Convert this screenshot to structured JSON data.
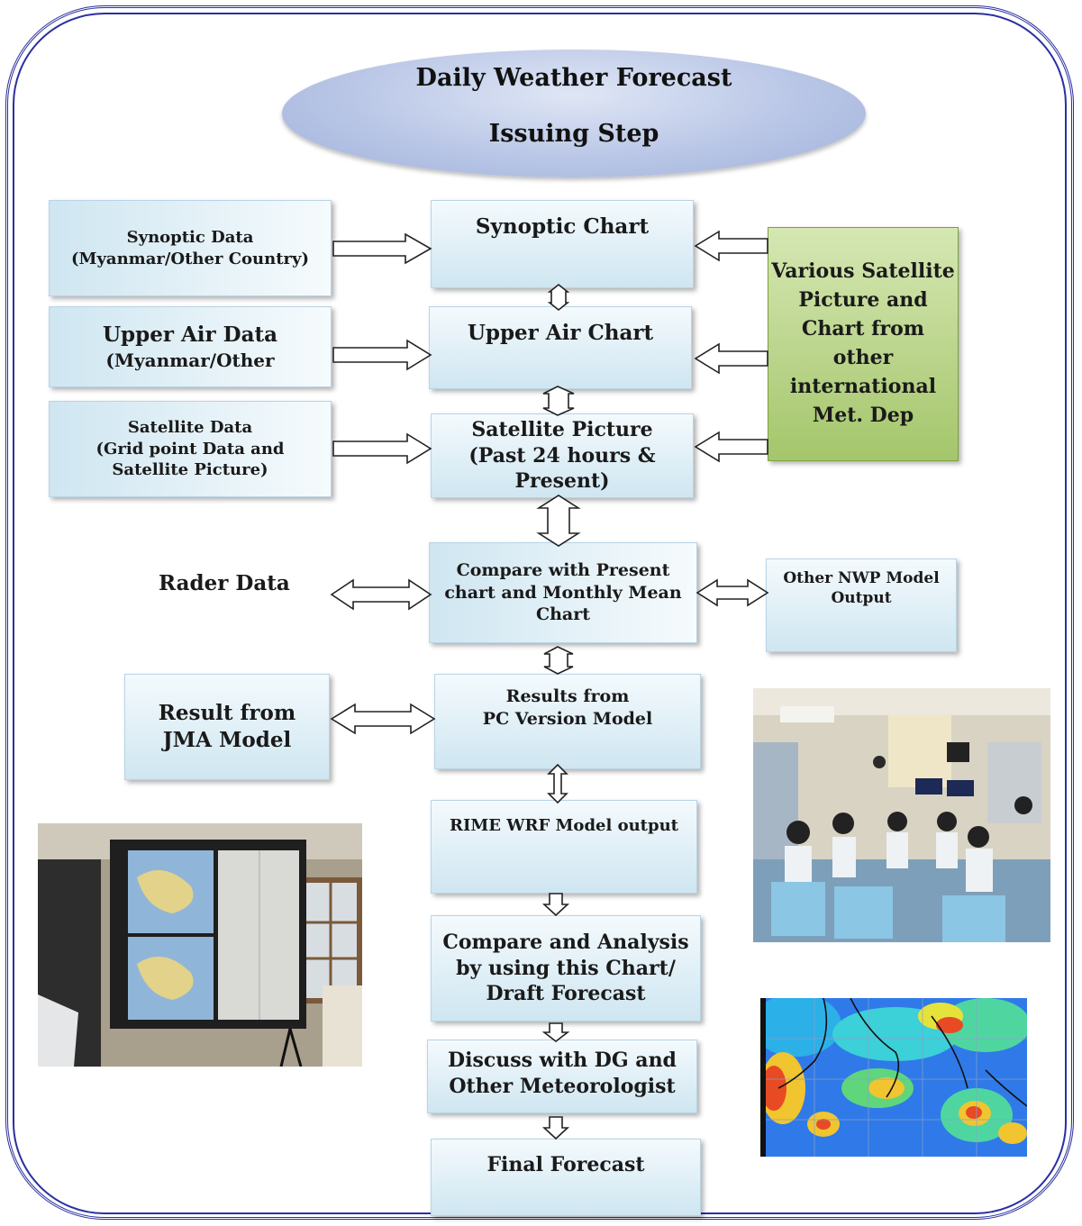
{
  "title": {
    "line1": "Daily Weather Forecast",
    "line2": "Issuing Step"
  },
  "inputs": {
    "synoptic_data": {
      "line1": "Synoptic Data",
      "line2": "(Myanmar/Other Country)"
    },
    "upper_air_data": {
      "line1": "Upper Air Data",
      "line2": "(Myanmar/Other"
    },
    "satellite_data": {
      "line1": "Satellite Data",
      "line2": "(Grid point Data and",
      "line3": "Satellite Picture)"
    },
    "rader_data": "Rader Data",
    "jma_model": {
      "line1": "Result from",
      "line2": "JMA Model"
    }
  },
  "flow": {
    "synoptic_chart": "Synoptic Chart",
    "upper_air_chart": "Upper Air Chart",
    "satellite_picture": {
      "line1": "Satellite Picture",
      "line2": "(Past 24 hours & Present)"
    },
    "compare_chart": {
      "line1": "Compare with Present",
      "line2": "chart and Monthly Mean",
      "line3": "Chart"
    },
    "pc_model": {
      "line1": "Results from",
      "line2": "PC Version Model"
    },
    "rime_wrf": "RIME WRF Model output",
    "compare_analysis": {
      "line1": "Compare and Analysis",
      "line2": "by using this Chart/",
      "line3": "Draft Forecast"
    },
    "discuss": {
      "line1": "Discuss with DG and",
      "line2": "Other Meteorologist"
    },
    "final": "Final Forecast"
  },
  "side": {
    "satellite_charts": {
      "line1": "Various Satellite",
      "line2": "Picture and",
      "line3": "Chart from",
      "line4": "other",
      "line5": "international",
      "line6": "Met. Dep"
    },
    "nwp": {
      "line1": "Other NWP Model",
      "line2": "Output"
    }
  },
  "colors": {
    "frame": "#2a2fa0",
    "box_light": "#f4fafd",
    "box_blue": "#cfe6f1",
    "box_green": "#a4c66b",
    "arrow_stroke": "#222222"
  },
  "photos": [
    {
      "name": "photo-weather-map-board",
      "depicts": "weather charts pinned on a board"
    },
    {
      "name": "photo-forecast-room",
      "depicts": "meeting room with people and screens"
    },
    {
      "name": "photo-model-map",
      "depicts": "color contour model output map"
    }
  ]
}
